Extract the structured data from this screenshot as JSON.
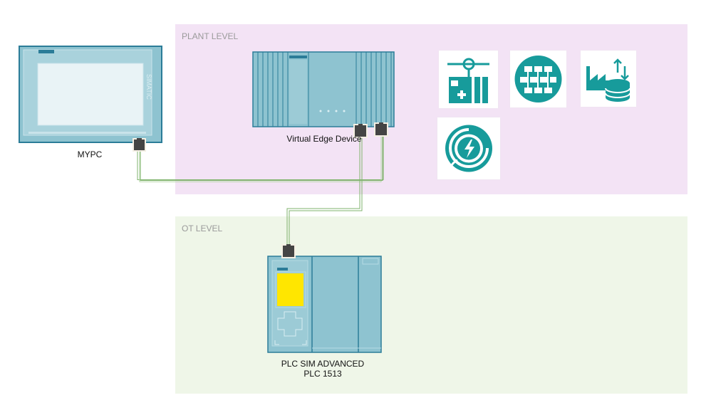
{
  "zones": {
    "plant": {
      "label": "PLANT LEVEL",
      "color": "#f3e3f5"
    },
    "ot": {
      "label": "OT LEVEL",
      "color": "#eff6e8"
    }
  },
  "devices": {
    "pc": {
      "label": "MYPC",
      "side_text": "SIMATIC"
    },
    "edge": {
      "label": "Virtual Edge Device"
    },
    "plc": {
      "label_line1": "PLC SIM ADVANCED",
      "label_line2": "PLC 1513"
    }
  },
  "apps": [
    {
      "name": "plc-connector-app-icon"
    },
    {
      "name": "data-network-app-icon"
    },
    {
      "name": "factory-database-app-icon"
    },
    {
      "name": "energy-manager-app-icon"
    }
  ],
  "colors": {
    "device_fill": "#8ec3d0",
    "device_stroke": "#2b7c98",
    "app_teal": "#179b9b",
    "cable": "#7fb36c"
  }
}
